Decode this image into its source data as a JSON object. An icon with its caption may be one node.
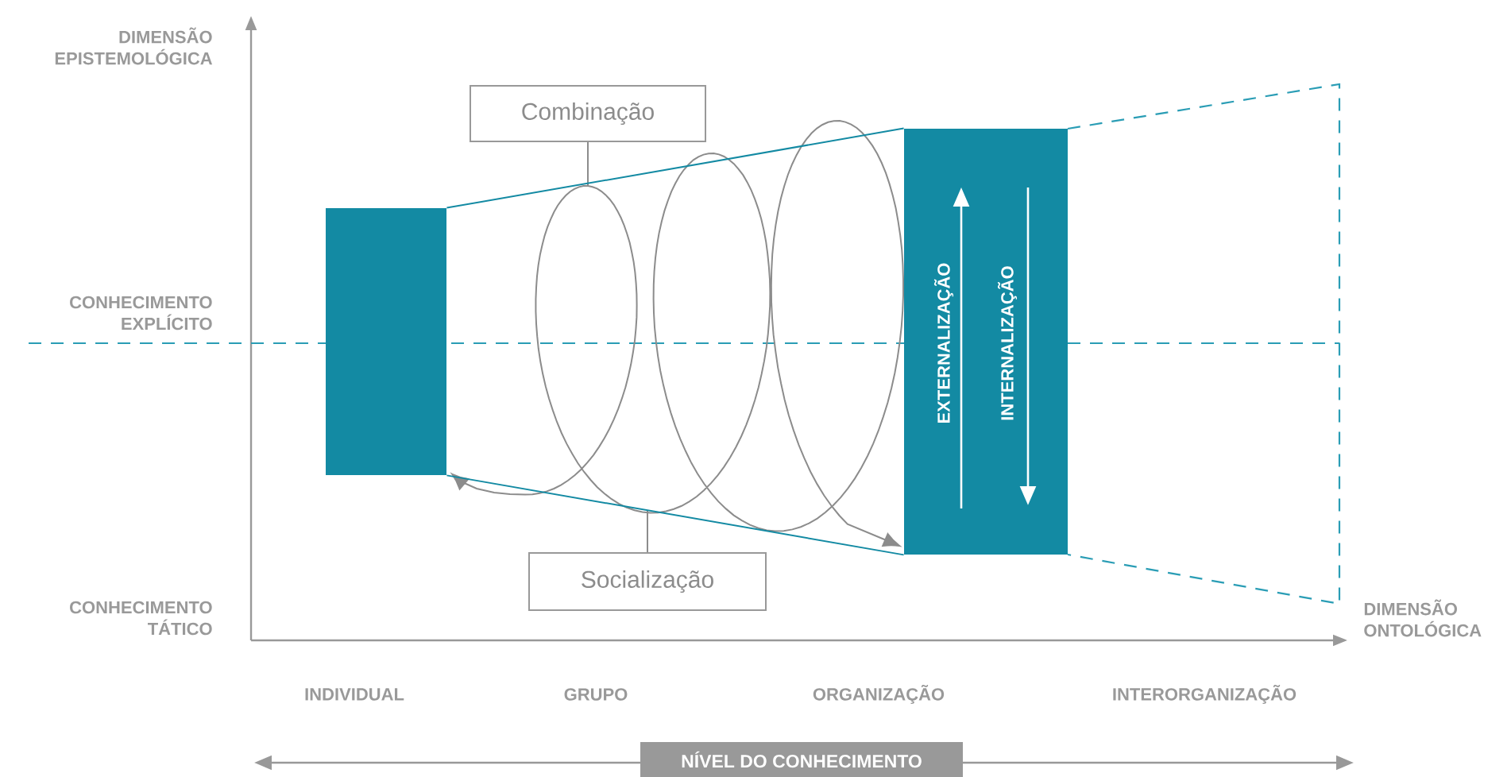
{
  "diagram": {
    "nodes": [
      {
        "text": [
          "Combinação"
        ]
      },
      {
        "text": [
          "Socialização"
        ]
      },
      {
        "text": [],
        "shape": "box"
      },
      {
        "text": [
          "EXTERNALIZAÇÃO",
          "INTERNALIZAÇÃO"
        ]
      },
      {
        "text": [
          "NÍVEL DO CONHECIMENTO"
        ]
      }
    ],
    "edges": [
      {
        "from": 0,
        "to": null,
        "arrow": "none"
      },
      {
        "from": 1,
        "to": null,
        "arrow": "none"
      },
      {
        "from": 2,
        "to": 3,
        "arrow": "both"
      },
      {
        "from": 2,
        "to": 3,
        "arrow": "none",
        "color": "#138aa3"
      },
      {
        "from": 2,
        "to": 3,
        "arrow": "none",
        "color": "#138aa3"
      }
    ],
    "labels": [
      "DIMENSÃO EPISTEMOLÓGICA",
      "CONHECIMENTO EXPLÍCITO",
      "CONHECIMENTO TÁTICO",
      "DIMENSÃO ONTOLÓGICA",
      "INDIVIDUAL",
      "GRUPO",
      "ORGANIZAÇÃO",
      "INTERORGANIZAÇÃO"
    ]
  }
}
